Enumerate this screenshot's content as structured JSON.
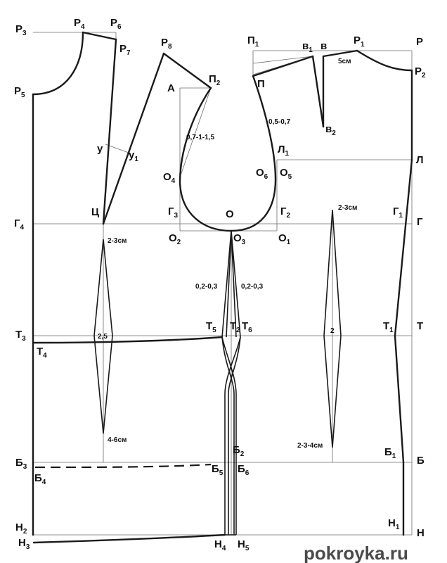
{
  "labels": {
    "P": "Р",
    "P_sub": "",
    "P1": "Р",
    "P1_sub": "1",
    "P2": "Р",
    "P2_sub": "2",
    "P3": "Р",
    "P3_sub": "3",
    "P4": "Р",
    "P4_sub": "4",
    "P5": "Р",
    "P5_sub": "5",
    "P6": "Р",
    "P6_sub": "6",
    "P7": "Р",
    "P7_sub": "7",
    "P8": "Р",
    "P8_sub": "8",
    "Pi1": "П",
    "Pi1_sub": "1",
    "Pi2": "П",
    "Pi2_sub": "2",
    "Pi": "П",
    "Pi_sub": "",
    "v1": "в",
    "v1_sub": "1",
    "v": "в",
    "v_sub": "",
    "v2": "в",
    "v2_sub": "2",
    "A": "А",
    "A_sub": "",
    "L": "Л",
    "L_sub": "",
    "L1": "Л",
    "L1_sub": "1",
    "y": "у",
    "y_sub": "",
    "y1": "у",
    "y1_sub": "1",
    "O4": "О",
    "O4_sub": "4",
    "O6": "О",
    "O6_sub": "6",
    "O5": "О",
    "O5_sub": "5",
    "C": "Ц",
    "C_sub": "",
    "G": "Г",
    "G_sub": "",
    "G1": "Г",
    "G1_sub": "1",
    "G2": "Г",
    "G2_sub": "2",
    "G3": "Г",
    "G3_sub": "3",
    "G4": "Г",
    "G4_sub": "4",
    "O": "О",
    "O_sub": "",
    "O1": "О",
    "O1_sub": "1",
    "O2": "О",
    "O2_sub": "2",
    "O3": "О",
    "O3_sub": "3",
    "T": "Т",
    "T_sub": "",
    "T1": "Т",
    "T1_sub": "1",
    "T2": "Т",
    "T2_sub": "2",
    "T3": "Т",
    "T3_sub": "3",
    "T4": "Т",
    "T4_sub": "4",
    "T5": "Т",
    "T5_sub": "5",
    "T6": "Т",
    "T6_sub": "6",
    "B": "Б",
    "B_sub": "",
    "B1": "Б",
    "B1_sub": "1",
    "B2": "Б",
    "B2_sub": "2",
    "B3": "Б",
    "B3_sub": "3",
    "B4": "Б",
    "B4_sub": "4",
    "B5": "Б",
    "B5_sub": "5",
    "B6": "Б",
    "B6_sub": "6",
    "H": "Н",
    "H_sub": "",
    "H1": "Н",
    "H1_sub": "1",
    "H2": "Н",
    "H2_sub": "2",
    "H3": "Н",
    "H3_sub": "3",
    "H4": "Н",
    "H4_sub": "4",
    "H5": "Н",
    "H5_sub": "5"
  },
  "measurements": {
    "shoulder_5cm": "5см",
    "armhole_back": "0,7-1-1,5",
    "armhole_front": "0,5-0,7",
    "back_dart_top": "2-3см",
    "back_dart_width": "2,5",
    "back_dart_bottom": "4-6см",
    "side_left": "0,2-0,3",
    "side_right": "0,2-0,3",
    "front_dart_top": "2-3см",
    "front_dart_width": "2",
    "front_dart_bottom": "2-3-4см"
  },
  "watermark": "pokroyka.ru",
  "colors": {
    "line": "#1a1a1a",
    "grid": "#6b6b6b",
    "background": "#ffffff"
  }
}
